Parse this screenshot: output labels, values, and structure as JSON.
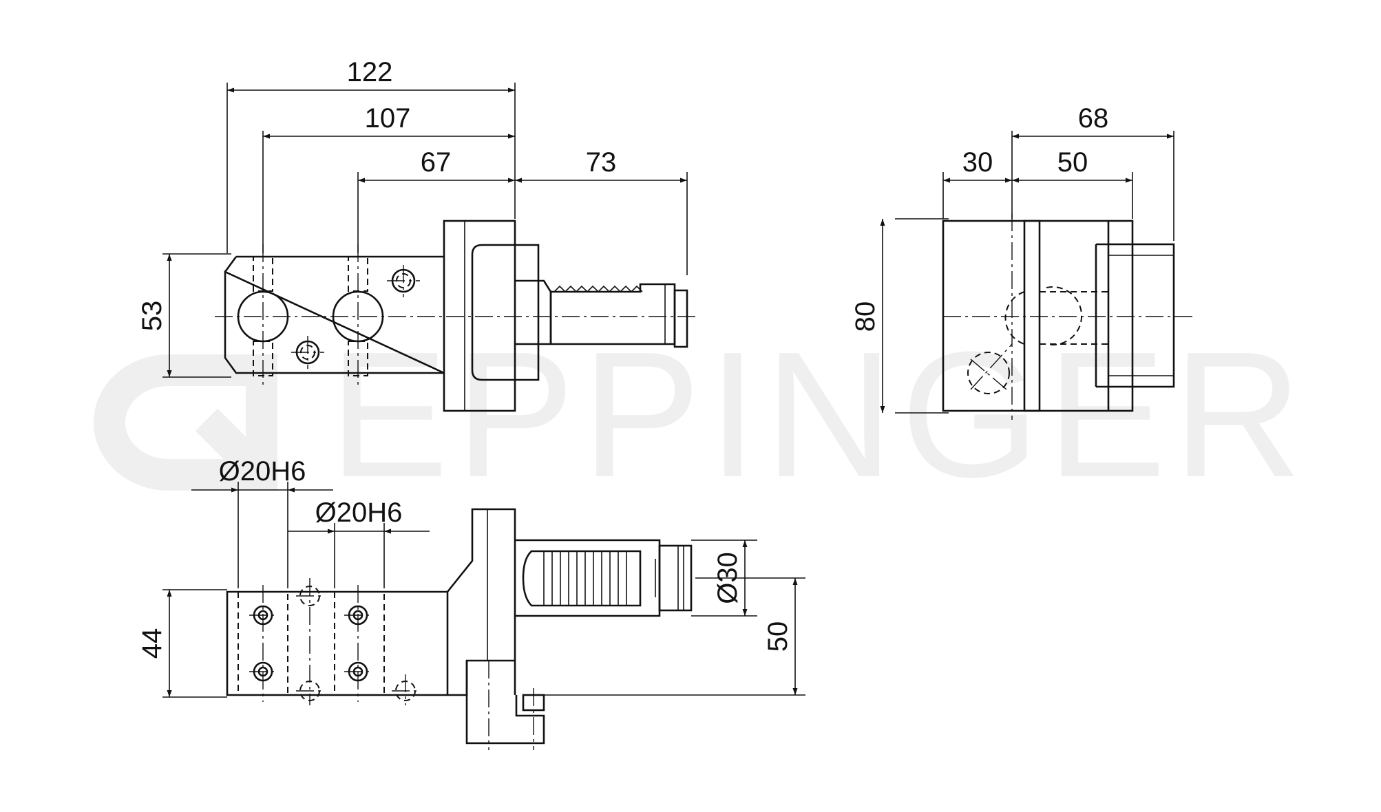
{
  "watermark": {
    "text": "EPPINGER",
    "color": "#efefef"
  },
  "dimensions": {
    "top_view": {
      "overall_length": "122",
      "bore_spacing": "107",
      "flange_offset": "67",
      "shank_length": "73",
      "height": "53"
    },
    "side_view": {
      "total_depth": "68",
      "offset": "30",
      "body_depth": "50",
      "height": "80"
    },
    "front_view": {
      "bore_1": "Ø20H6",
      "bore_2": "Ø20H6",
      "shank_diameter": "Ø30",
      "width": "44",
      "center_height": "50"
    }
  },
  "colors": {
    "line": "#111111",
    "background": "#ffffff"
  }
}
